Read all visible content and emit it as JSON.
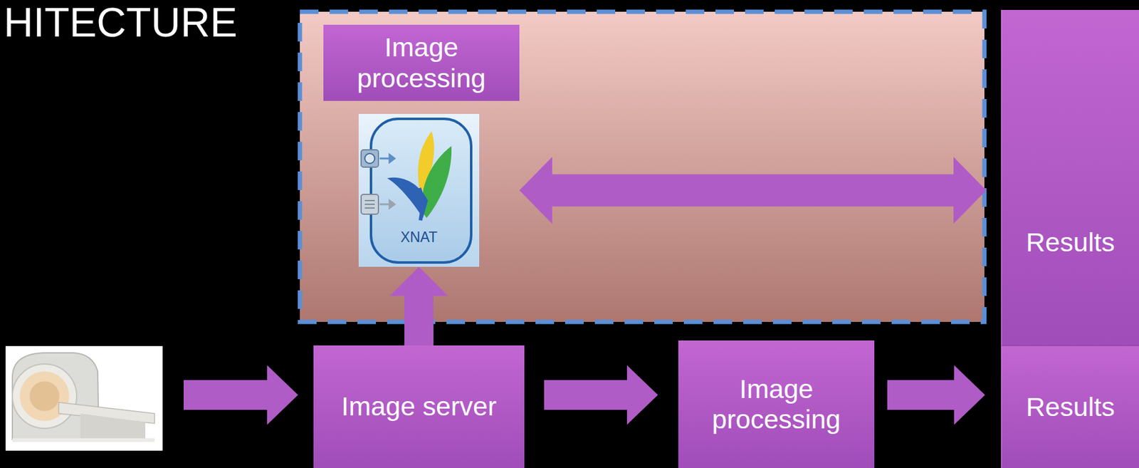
{
  "diagram": {
    "title": "HITECTURE",
    "nodes": [
      {
        "text": [
          "Image processing"
        ]
      },
      {
        "text": [
          "XNAT"
        ]
      },
      {
        "text": [
          "Results"
        ]
      },
      {
        "text": [
          "Image server"
        ]
      },
      {
        "text": [
          "Image processing"
        ]
      },
      {
        "text": [
          "Results"
        ]
      }
    ],
    "edges": [
      {
        "from": 3,
        "to": 1,
        "arrow": "to"
      },
      {
        "from": 1,
        "to": 2,
        "arrow": "both"
      },
      {
        "from": 3,
        "to": 4,
        "arrow": "to"
      },
      {
        "from": 4,
        "to": 5,
        "arrow": "to"
      }
    ]
  }
}
